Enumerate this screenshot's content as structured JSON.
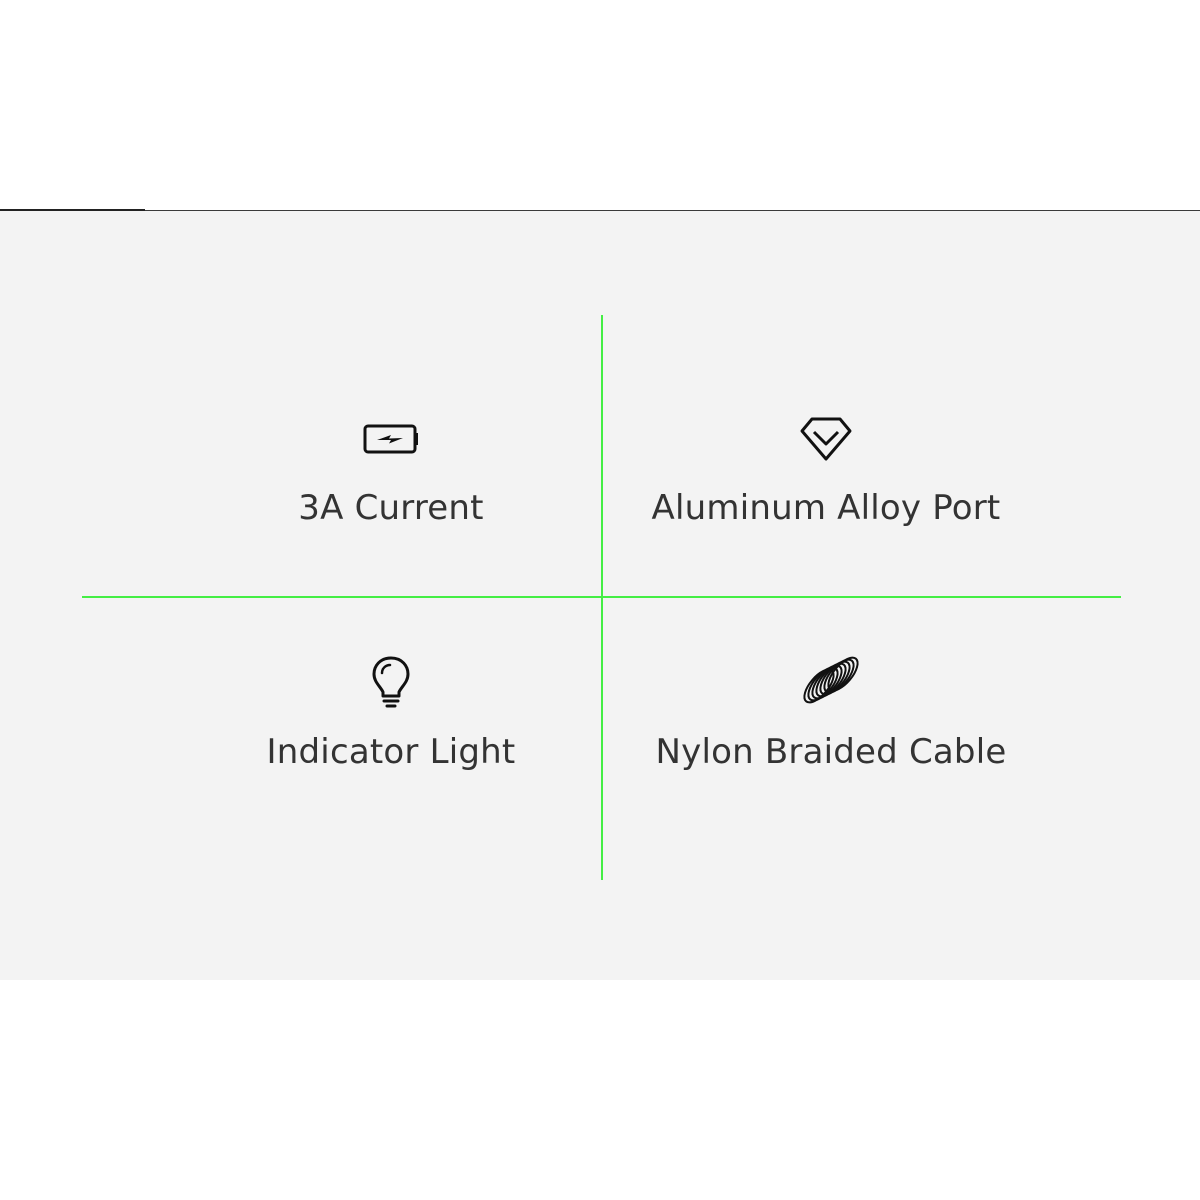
{
  "features": [
    {
      "label": "3A Current",
      "icon": "battery-charge-icon"
    },
    {
      "label": "Aluminum Alloy Port",
      "icon": "diamond-icon"
    },
    {
      "label": "Indicator Light",
      "icon": "lightbulb-icon"
    },
    {
      "label": "Nylon Braided Cable",
      "icon": "coiled-cable-icon"
    }
  ],
  "colors": {
    "panel_background": "#f3f3f3",
    "divider": "#44ee44",
    "text": "#333333",
    "icon": "#111111"
  }
}
